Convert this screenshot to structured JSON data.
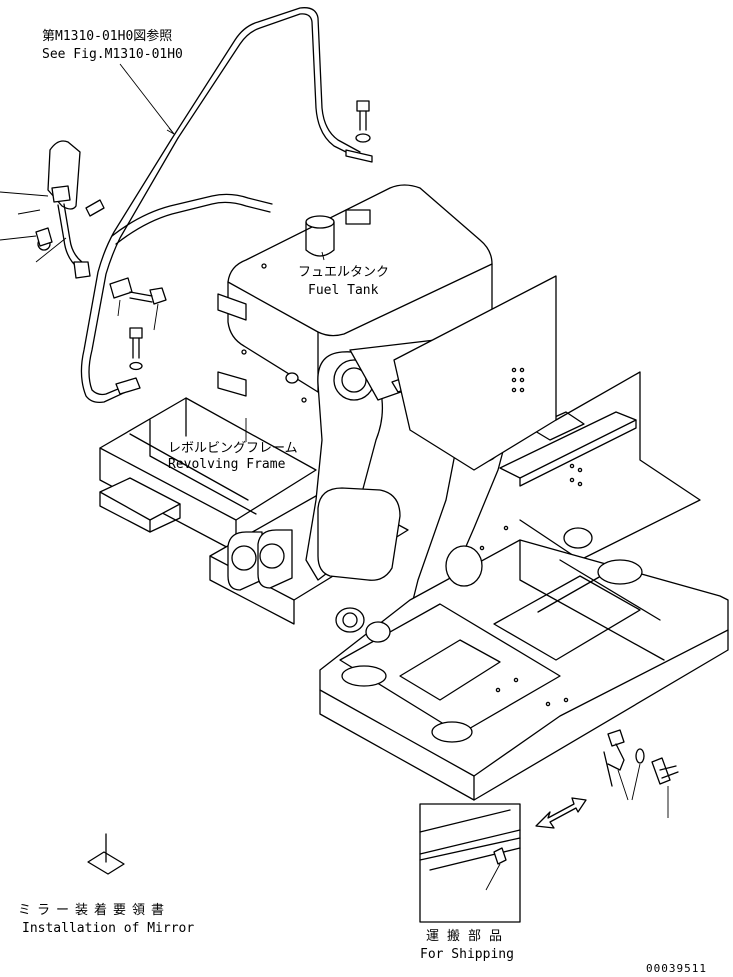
{
  "labels": {
    "ref_jp": "第M1310-01H0図参照",
    "ref_en": "See Fig.M1310-01H0",
    "fuel_tank_jp": "フュエルタンク",
    "fuel_tank_en": "Fuel Tank",
    "revolving_frame_jp": "レボルビングフレーム",
    "revolving_frame_en": "Revolving Frame",
    "mirror_jp": "ミラー装着要領書",
    "mirror_en": "Installation of Mirror",
    "shipping_jp": "運搬部品",
    "shipping_en": "For Shipping",
    "drawing_number": "00039511"
  },
  "colors": {
    "line": "#000000",
    "background": "#ffffff"
  }
}
